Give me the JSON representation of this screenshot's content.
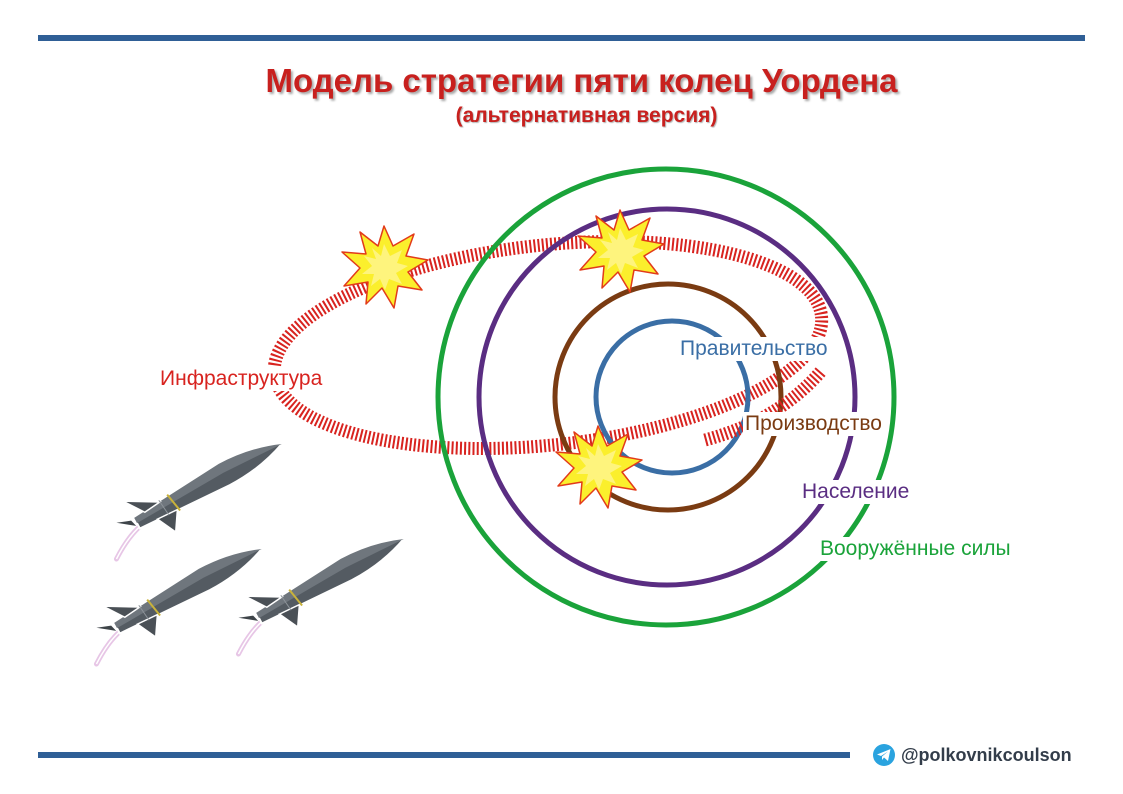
{
  "header": {
    "title": "Модель стратегии пяти колец Уордена",
    "subtitle": "(альтернативная версия)"
  },
  "rings": {
    "government": "Правительство",
    "production": "Производство",
    "population": "Население",
    "armed_forces": "Вооружённые силы",
    "infrastructure": "Инфраструктура"
  },
  "colors": {
    "government": "#3a6ea5",
    "production": "#7a3b12",
    "population": "#5a2d82",
    "armed_forces": "#1aa33a",
    "infrastructure": "#d8231f",
    "title": "#c8201e",
    "rule": "#2f5f96"
  },
  "icons": {
    "explosion": "explosion-icon",
    "missile": "missile-icon",
    "telegram": "telegram-icon"
  },
  "footer": {
    "handle": "@polkovnikcoulson"
  }
}
